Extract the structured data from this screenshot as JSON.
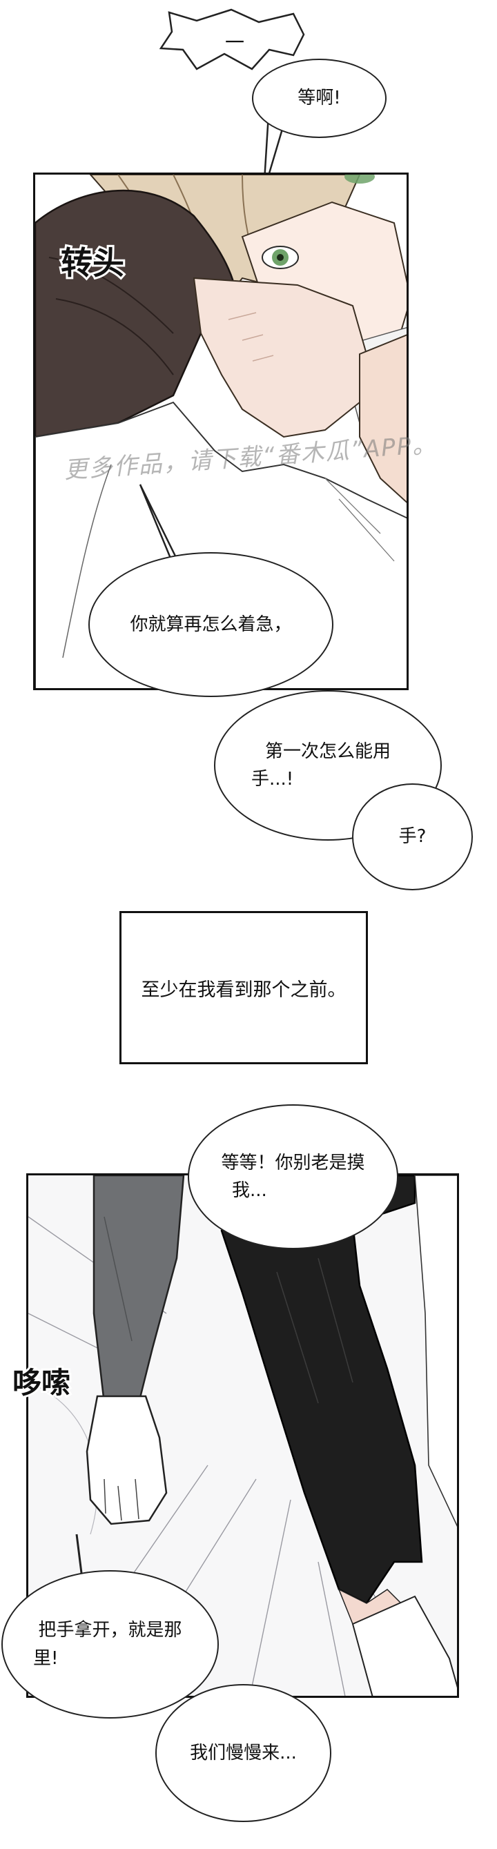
{
  "panel1": {
    "bubble_top_dash": "一",
    "bubble_wait": "等啊!",
    "sfx_turn": "转头",
    "watermark": "更多作品，请下载“番木瓜”APP。",
    "bubble_line1": "你就算再怎么着急，",
    "bubble_line2a": "第一次怎么能用",
    "bubble_line2b": "手...!",
    "bubble_hand": "手?"
  },
  "caption": {
    "text": "至少在我看到那个之前。"
  },
  "panel2": {
    "bubble_wait_a": "等等！你别老是摸",
    "bubble_wait_b": "我...",
    "sfx_knock": "哆嗦",
    "bubble_move_a": "把手拿开，就是那",
    "bubble_move_b": "里!",
    "bubble_slow": "我们慢慢来..."
  }
}
